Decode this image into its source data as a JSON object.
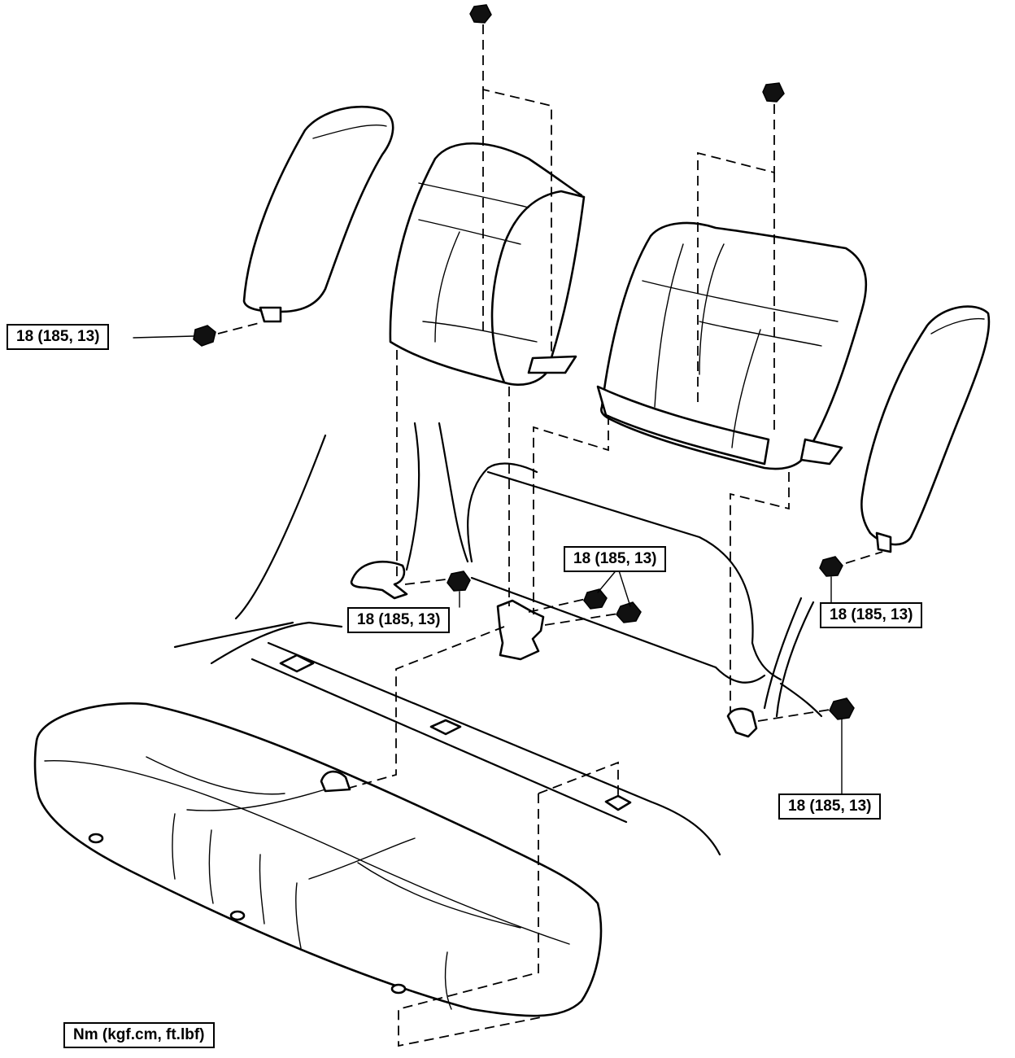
{
  "torque_labels": {
    "left_armrest_bolt": "18 (185, 13)",
    "left_hinge_bolt": "18 (185, 13)",
    "center_hinge_bolts": "18 (185, 13)",
    "right_armrest_bolt": "18 (185, 13)",
    "right_hinge_bolt": "18 (185, 13)"
  },
  "unit_legend": "Nm (kgf.cm, ft.lbf)"
}
